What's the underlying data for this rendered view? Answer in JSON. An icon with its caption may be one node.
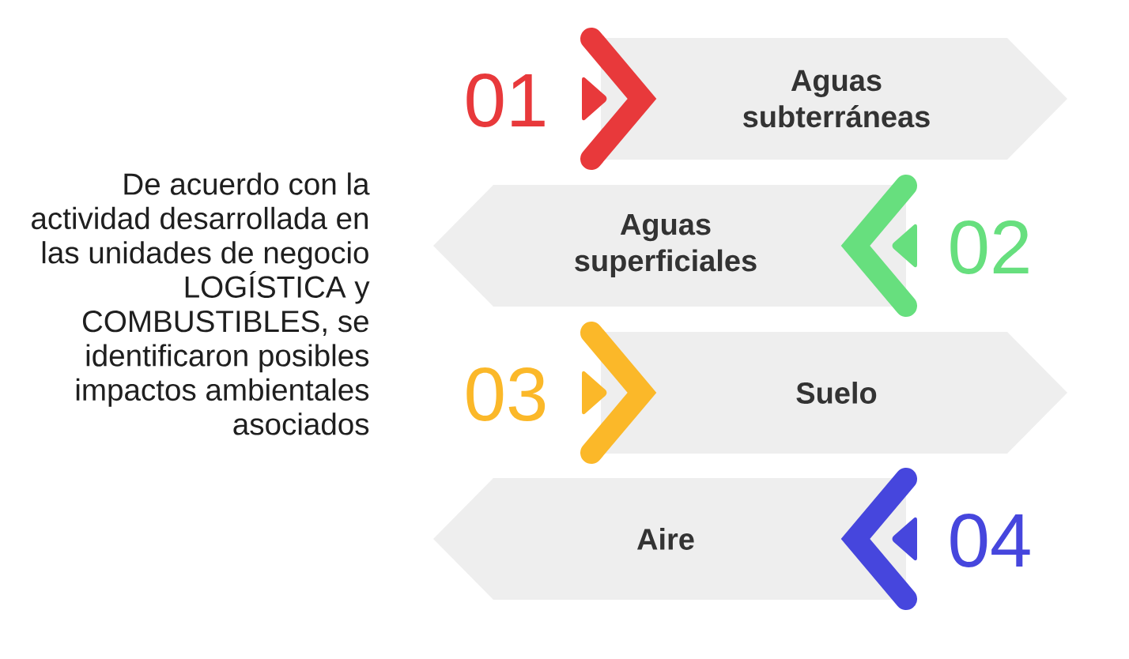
{
  "diagram": {
    "nodes": [
      {
        "text": [
          "Aguas subterráneas"
        ],
        "beside": [
          "01"
        ]
      },
      {
        "text": [
          "Aguas superficiales"
        ],
        "beside": [
          "02"
        ]
      },
      {
        "text": [
          "Suelo"
        ],
        "beside": [
          "03"
        ]
      },
      {
        "text": [
          "Aire"
        ],
        "beside": [
          "04"
        ]
      }
    ],
    "labels": [
      "De acuerdo con la actividad desarrollada en las unidades de negocio LOGÍSTICA y COMBUSTIBLES, se identificaron posibles impactos ambientales asociados"
    ]
  }
}
